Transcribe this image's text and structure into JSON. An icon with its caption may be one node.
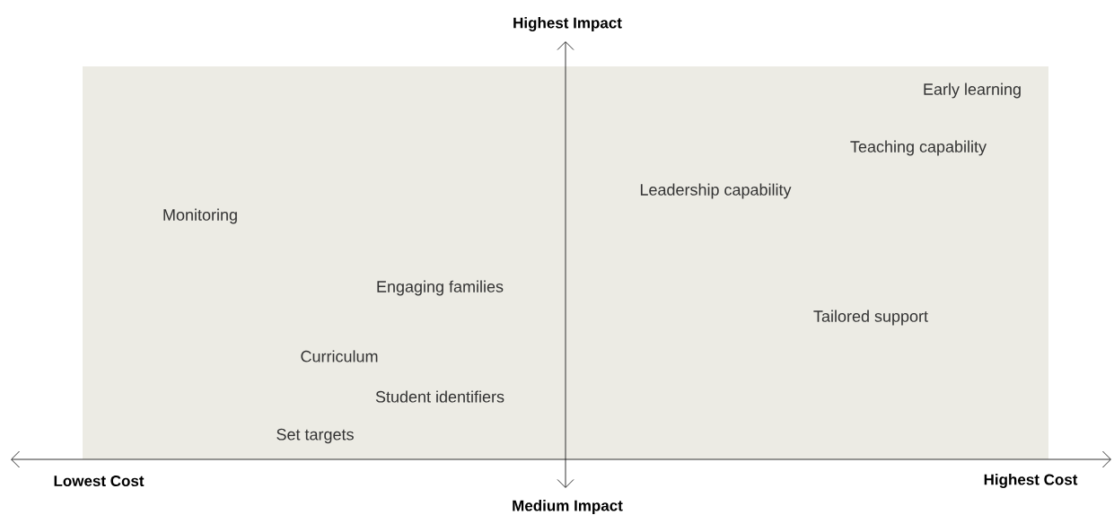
{
  "diagram": {
    "labels": [
      "Highest Impact",
      "Early learning",
      "Teaching capability",
      "Leadership capability",
      "Monitoring",
      "Engaging families",
      "Tailored support",
      "Curriculum",
      "Student identifiers",
      "Set targets",
      "Lowest Cost",
      "Highest Cost",
      "Medium Impact"
    ]
  }
}
